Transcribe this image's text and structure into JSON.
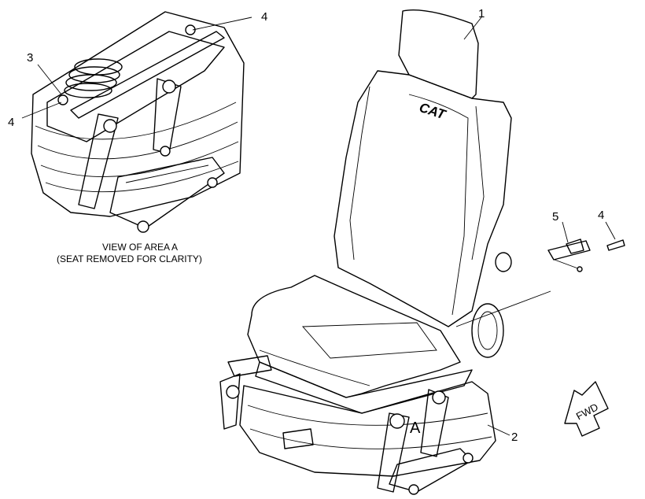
{
  "callouts": {
    "c1": "1",
    "c2": "2",
    "c3": "3",
    "c4_top": "4",
    "c4_left": "4",
    "c4_right": "4",
    "c5": "5",
    "area": "A"
  },
  "view_caption": {
    "line1": "VIEW OF AREA A",
    "line2": "(SEAT REMOVED FOR CLARITY)"
  },
  "seat_logo": "CAT",
  "direction_arrow": "FWD"
}
